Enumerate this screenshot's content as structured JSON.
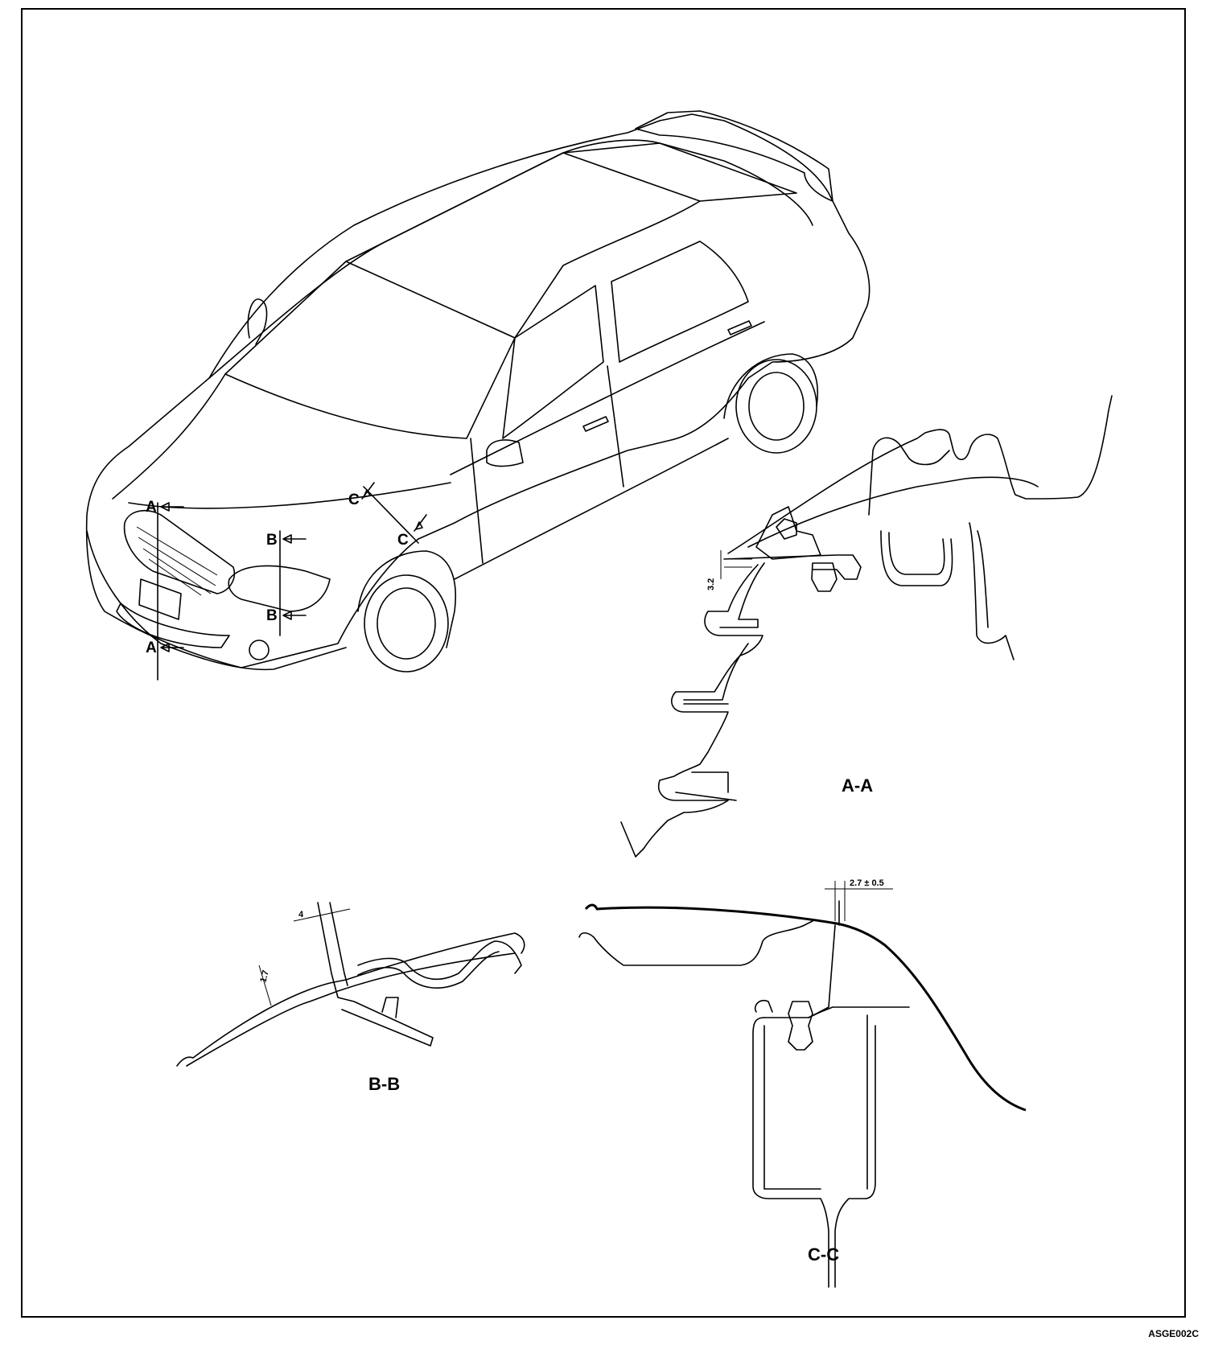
{
  "figure_code": "ASGE002C",
  "section_markers": {
    "a_top": "A",
    "a_bottom": "A",
    "b_top": "B",
    "b_bottom": "B",
    "c_top": "C",
    "c_bottom": "C"
  },
  "sections": {
    "aa": {
      "title": "A-A",
      "dimension": "3.2"
    },
    "bb": {
      "title": "B-B",
      "dimension_top": "4",
      "dimension_side": "1.7"
    },
    "cc": {
      "title": "C-C",
      "dimension": "2.7 ± 0.5"
    }
  }
}
